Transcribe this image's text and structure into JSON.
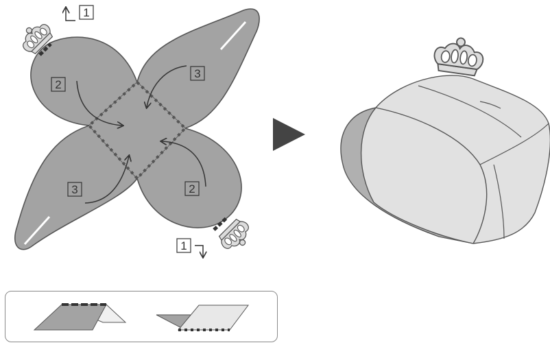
{
  "colors": {
    "flap": "#a3a3a3",
    "flap_outline": "#555555",
    "box_body": "#e1e1e1",
    "box_side": "#b0b0b0",
    "crown": "#dcdcdc",
    "fold_line": "#555555",
    "arrow": "#333333",
    "play_triangle": "#444444"
  },
  "steps": {
    "one": "1",
    "two": "2",
    "three": "3"
  },
  "icons": {
    "crown": "crown-icon",
    "play": "play-triangle-icon",
    "fold_arrow": "curved-arrow-icon"
  },
  "legend": {
    "items": [
      "mountain-fold-icon",
      "valley-fold-icon"
    ]
  }
}
